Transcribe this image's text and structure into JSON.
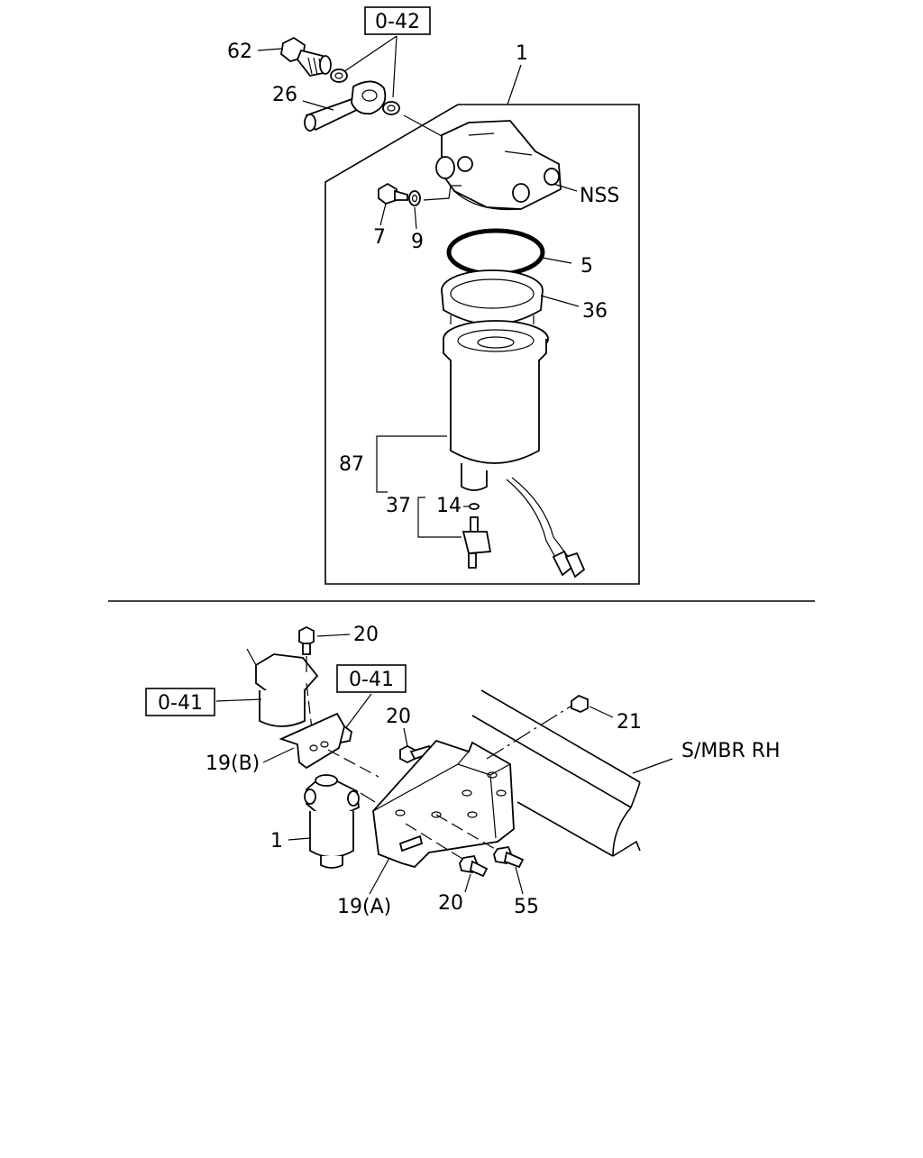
{
  "refs": {
    "ref_042": "0-42",
    "ref_041_left": "0-41",
    "ref_041_right": "0-41"
  },
  "labels": {
    "p1_top": "1",
    "p62": "62",
    "p26": "26",
    "nss": "NSS",
    "p7": "7",
    "p9": "9",
    "p5": "5",
    "p36": "36",
    "p87": "87",
    "p37": "37",
    "p14": "14",
    "p20_top": "20",
    "p20_mid": "20",
    "p20_bottom": "20",
    "p21": "21",
    "p19b": "19(B)",
    "p19a": "19(A)",
    "p1_bottom": "1",
    "p55": "55",
    "smbr": "S/MBR RH"
  }
}
